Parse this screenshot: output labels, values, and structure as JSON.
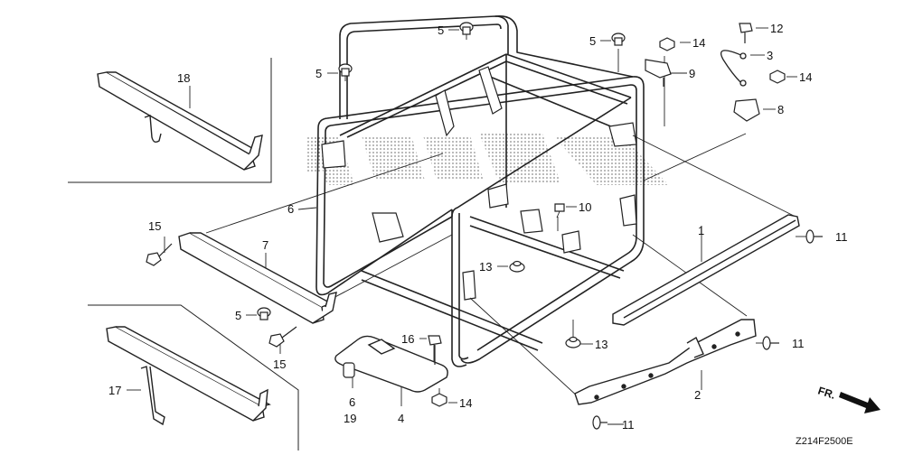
{
  "diagram": {
    "brand_watermark": "HONDA",
    "drawing_code": "Z214F2500E",
    "direction_label": "FR.",
    "callouts": {
      "c1": "1",
      "c2": "2",
      "c3": "3",
      "c4": "4",
      "c5a": "5",
      "c5b": "5",
      "c5c": "5",
      "c5d": "5",
      "c6a": "6",
      "c6b": "6",
      "c7": "7",
      "c8": "8",
      "c9": "9",
      "c10": "10",
      "c11a": "11",
      "c11b": "11",
      "c11c": "11",
      "c12": "12",
      "c13a": "13",
      "c13b": "13",
      "c14a": "14",
      "c14b": "14",
      "c14c": "14",
      "c15a": "15",
      "c15b": "15",
      "c16": "16",
      "c17": "17",
      "c18": "18",
      "c19": "19"
    }
  }
}
